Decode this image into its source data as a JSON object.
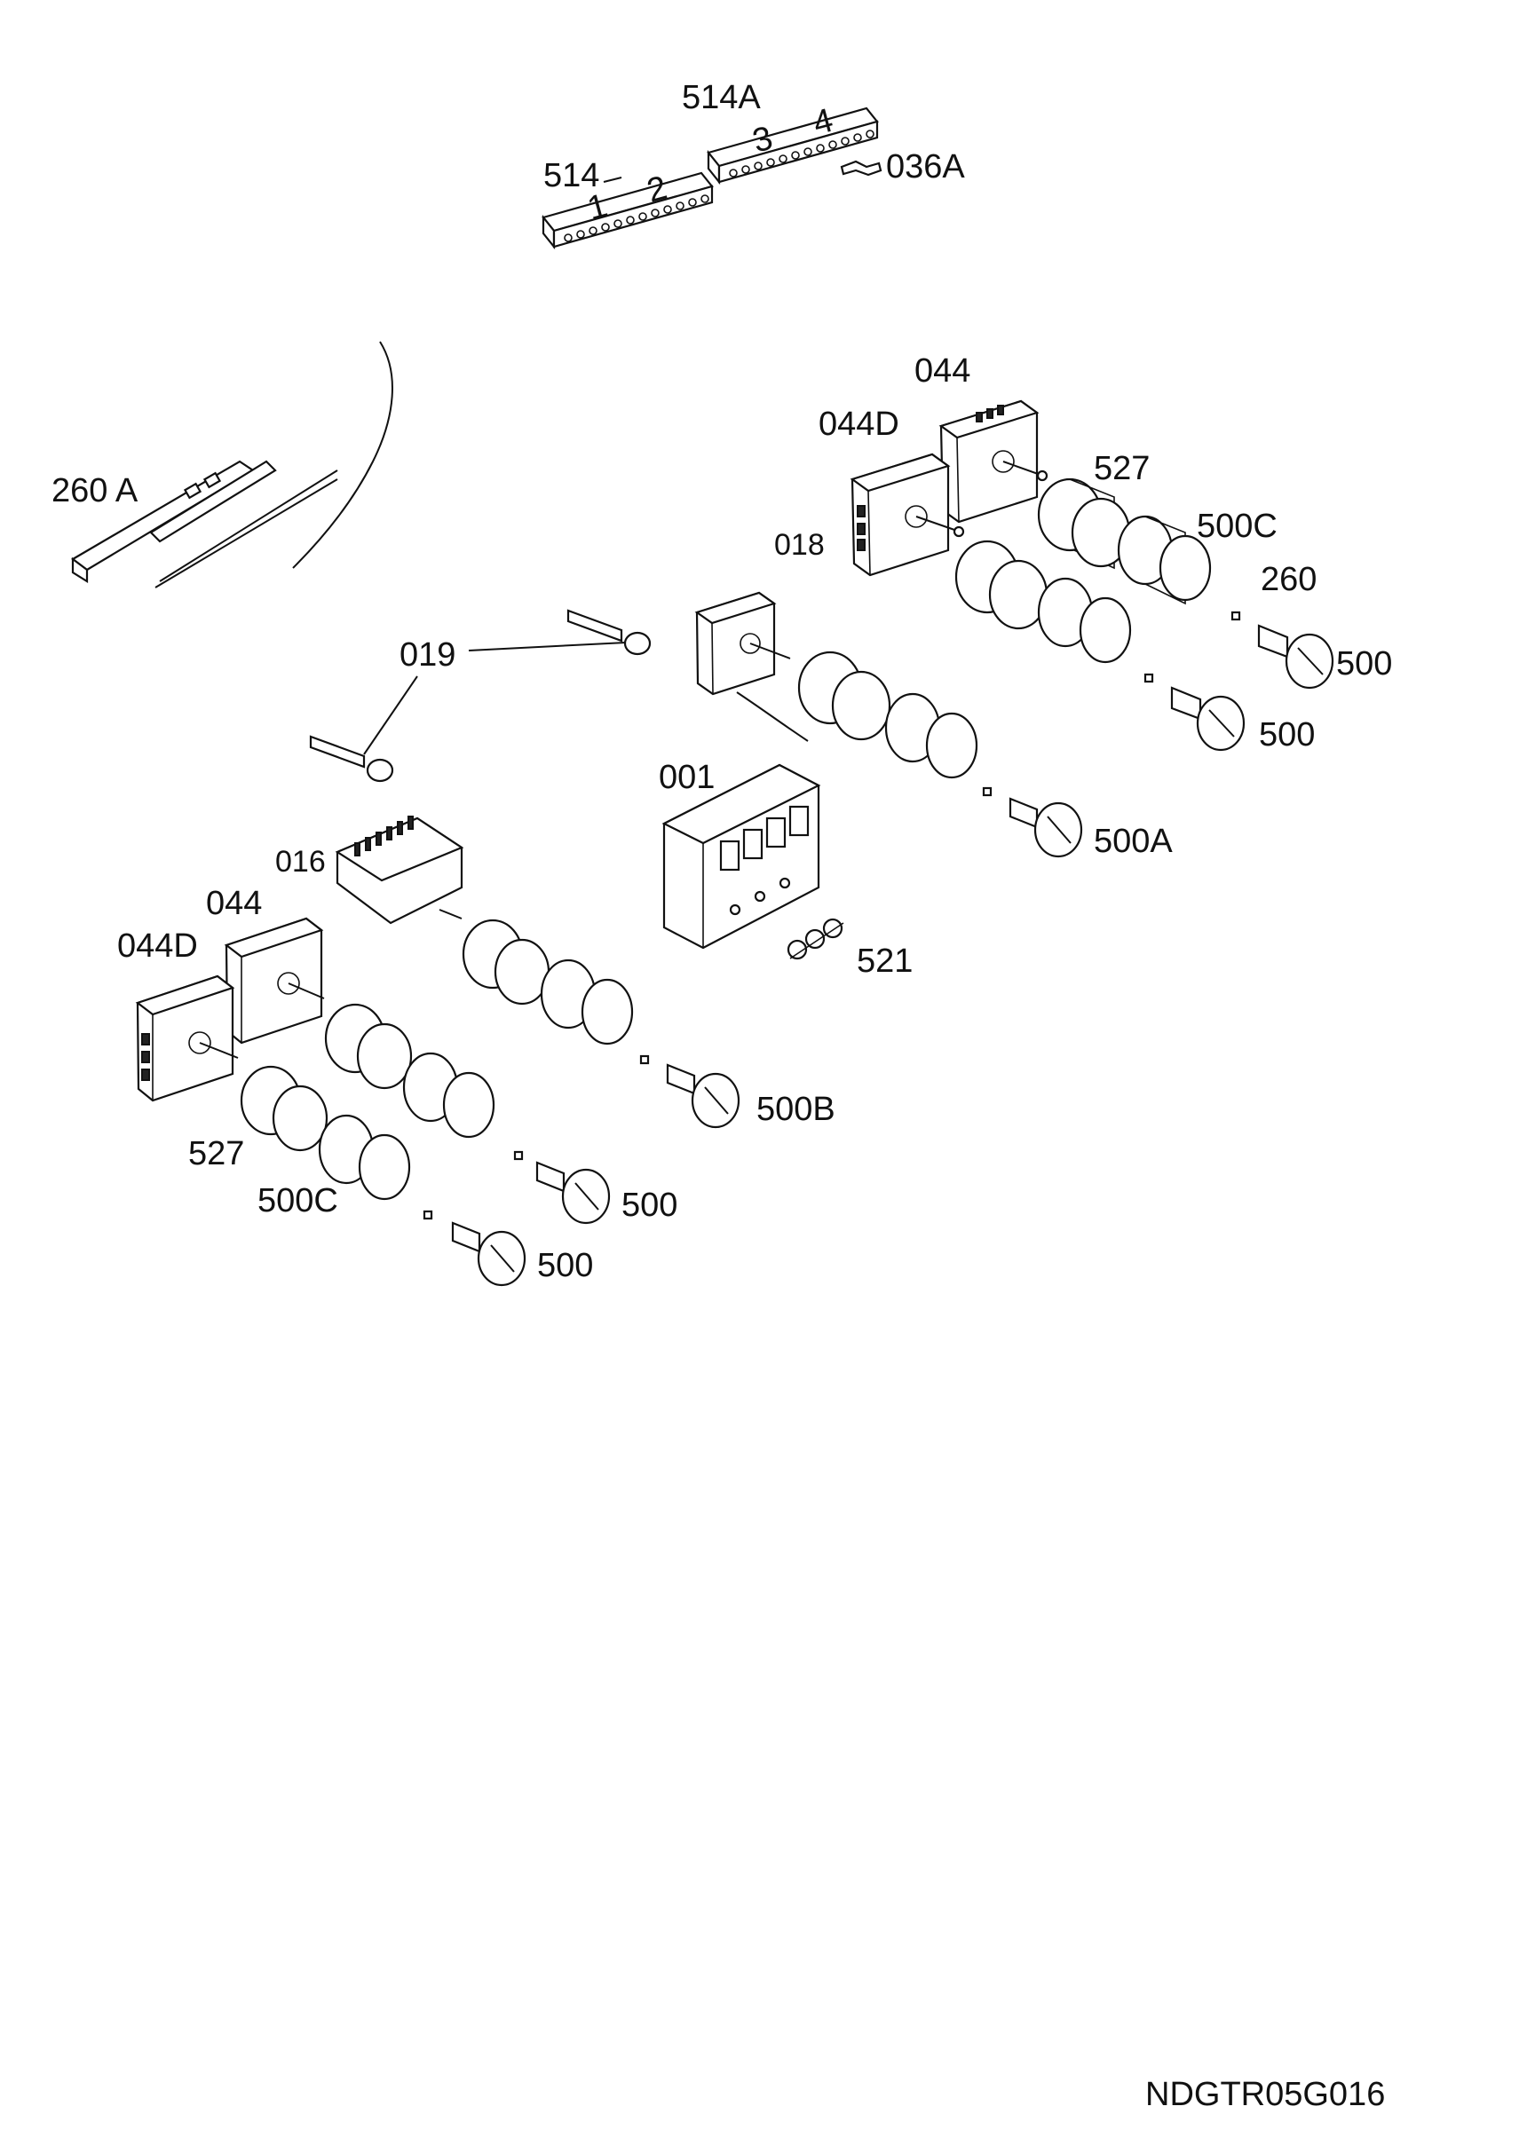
{
  "labels": {
    "p514A": "514A",
    "p514": "514",
    "p036A": "036A",
    "p260A": "260 A",
    "p044_top": "044",
    "p044D_top": "044D",
    "p527_top": "527",
    "p018": "018",
    "p500C_top": "500C",
    "p260": "260",
    "p500_top1": "500",
    "p500_top2": "500",
    "p019": "019",
    "p001": "001",
    "p500A": "500A",
    "p016": "016",
    "p044_bot": "044",
    "p044D_bot": "044D",
    "p521": "521",
    "p500B": "500B",
    "p527_bot": "527",
    "p500C_bot": "500C",
    "p500_bot1": "500",
    "p500_bot2": "500"
  },
  "strip_numbers": {
    "n1": "1",
    "n2": "2",
    "n3": "3",
    "n4": "4"
  },
  "drawing_code": "NDGTR05G016"
}
